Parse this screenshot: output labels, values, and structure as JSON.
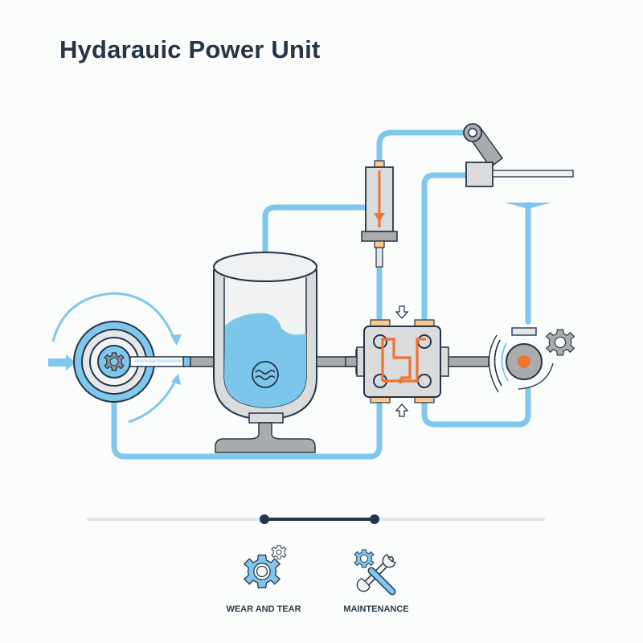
{
  "title": "Hydarauic Power Unit",
  "colors": {
    "pipe": "#7fc7ec",
    "outline": "#263545",
    "metal": "#d9dbdd",
    "metal_dark": "#a9abad",
    "fluid": "#7cc6ec",
    "accent_orange": "#f07431",
    "seal": "#f8c890",
    "background": "#fbfcfc",
    "timeline": "#e2e4e5"
  },
  "components": [
    {
      "id": "pump",
      "label": "pump-rotor",
      "icon": "gear-icon"
    },
    {
      "id": "reservoir",
      "label": "fluid-reservoir",
      "icon": "wave-icon"
    },
    {
      "id": "cylinder",
      "label": "hydraulic-cylinder",
      "icon": "down-arrow-icon"
    },
    {
      "id": "valve",
      "label": "directional-control-valve",
      "icon": "flow-path-icon"
    },
    {
      "id": "actuator",
      "label": "lever-actuator",
      "icon": "lever-icon"
    },
    {
      "id": "motor",
      "label": "hydraulic-motor",
      "icon": "gear-icon"
    }
  ],
  "timeline": {
    "active_start_pct": 36.5,
    "active_end_pct": 62
  },
  "legend": [
    {
      "label": "WEAR AND TEAR",
      "icon": "gears-icon"
    },
    {
      "label": "MAINTENANCE",
      "icon": "gear-wrench-icon"
    }
  ]
}
